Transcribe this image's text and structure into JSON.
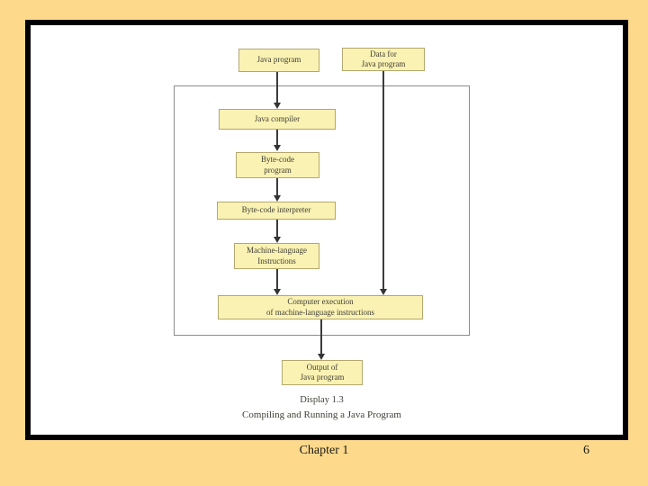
{
  "diagram": {
    "boxes": [
      {
        "id": "java-program",
        "lines": [
          "Java program"
        ]
      },
      {
        "id": "data-for-java-program",
        "lines": [
          "Data for",
          "Java program"
        ]
      },
      {
        "id": "java-compiler",
        "lines": [
          "Java compiler"
        ]
      },
      {
        "id": "byte-code-program",
        "lines": [
          "Byte-code",
          "program"
        ]
      },
      {
        "id": "byte-code-interpreter",
        "lines": [
          "Byte-code interpreter"
        ]
      },
      {
        "id": "machine-language-instructions",
        "lines": [
          "Machine-language",
          "Instructions"
        ]
      },
      {
        "id": "computer-execution",
        "lines": [
          "Computer execution",
          "of machine-language instructions"
        ]
      },
      {
        "id": "output-of-java-program",
        "lines": [
          "Output of",
          "Java program"
        ]
      }
    ],
    "edges": [
      "java-program -> java-compiler",
      "java-compiler -> byte-code-program",
      "byte-code-program -> byte-code-interpreter",
      "byte-code-interpreter -> machine-language-instructions",
      "machine-language-instructions -> computer-execution",
      "data-for-java-program -> computer-execution",
      "computer-execution -> output-of-java-program"
    ],
    "caption": {
      "display_label": "Display 1.3",
      "title": "Compiling and Running a Java Program"
    }
  },
  "footer": {
    "chapter": "Chapter 1",
    "page_number": "6"
  },
  "colors": {
    "slide_background": "#FDD98C",
    "canvas_background": "#FFFFFF",
    "frame_border": "#000000",
    "box_fill": "#FAF2B3",
    "box_border": "#B3A76F",
    "boundary_rect_border": "#8C8C8C",
    "connector": "#3C3C3C",
    "text": "#3F3F37"
  }
}
